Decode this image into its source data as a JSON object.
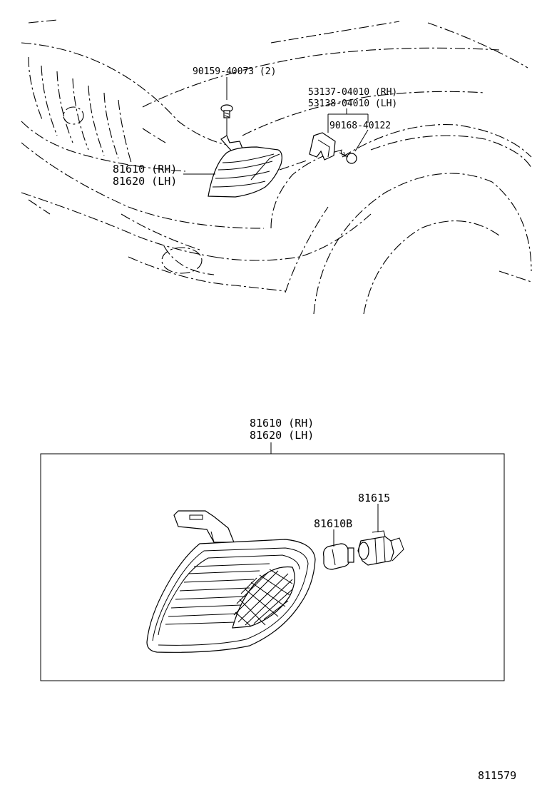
{
  "callouts": {
    "bolt": "90159-40073 (2)",
    "bracket_rh": "53137-04010 (RH)",
    "bracket_lh": "53138-04010 (LH)",
    "screw": "90168-40122",
    "lamp_rh_top": "81610 (RH)",
    "lamp_lh_top": "81620 (LH)",
    "lamp_rh_detail": "81610 (RH)",
    "lamp_lh_detail": "81620 (LH)",
    "bulb": "81610B",
    "socket": "81615"
  },
  "figure_number": "811579"
}
